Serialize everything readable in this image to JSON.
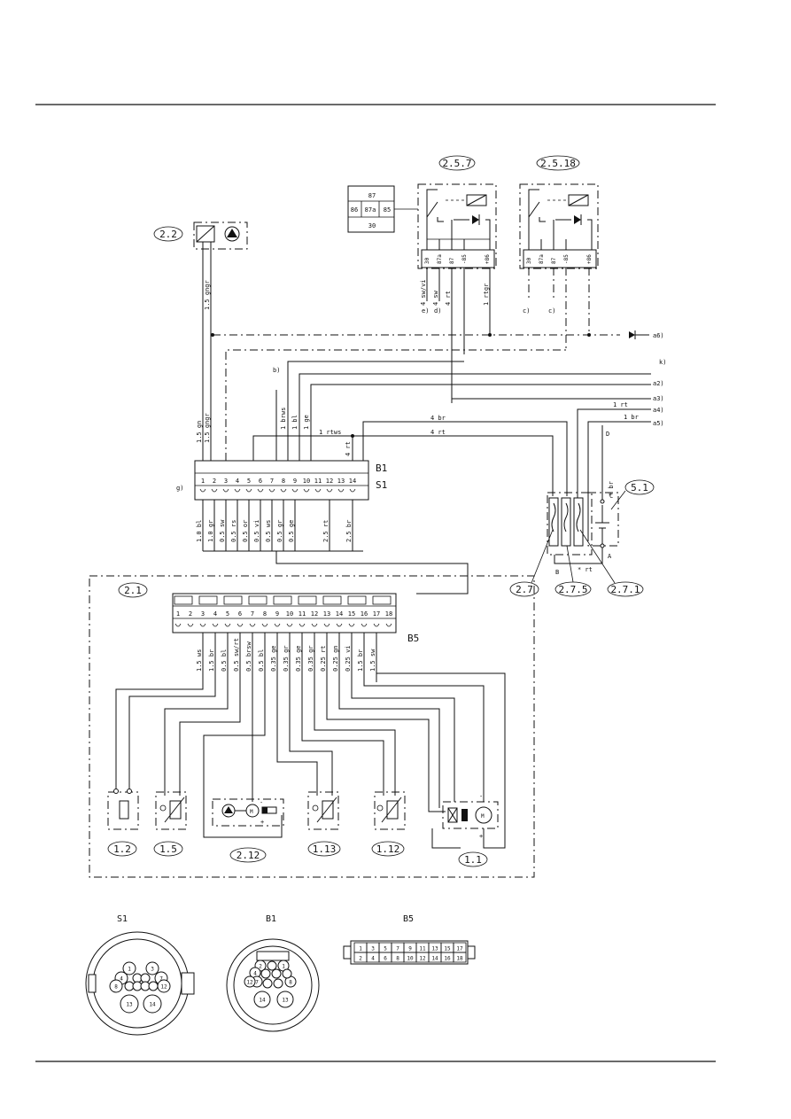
{
  "component_ids": {
    "c22": "2.2",
    "c257": "2.5.7",
    "c2518": "2.5.18",
    "c51": "5.1",
    "c21": "2.1",
    "c27": "2.7",
    "c275": "2.7.5",
    "c271": "2.7.1",
    "c12": "1.2",
    "c15": "1.5",
    "c212": "2.12",
    "c113": "1.13",
    "c112": "1.12",
    "c11": "1.1"
  },
  "connector_names": {
    "b1": "B1",
    "s1": "S1",
    "b5": "B5"
  },
  "relay_legend": {
    "top": "87",
    "left": "86",
    "mid": "87a",
    "right": "85",
    "bottom": "30"
  },
  "relay_pins": [
    "30",
    "87a",
    "87",
    "-85",
    "+86"
  ],
  "relay_257_wires": [
    "4 sw/vi",
    "4 sw",
    "4 rt",
    "1 rtgr"
  ],
  "relay_257_notes": [
    "e)",
    "d)"
  ],
  "relay_2518_notes": [
    "c)",
    "c)"
  ],
  "wire_22": [
    "1.5 gngr"
  ],
  "wires_12": [
    "1.5 gn",
    "1.5 gngr"
  ],
  "wire_labels": {
    "b": "b)",
    "k": "k)",
    "g": "g)",
    "brws": "1 brws",
    "bl": "1 bl",
    "ge": "1 ge",
    "rtws": "1 rtws",
    "rt4": "4 rt",
    "br4": "4 br",
    "rt4b": "4 rt",
    "rt1": "1 rt",
    "br1": "1 br",
    "D": "D",
    "brv": "* br",
    "B": "B",
    "rtb": "* rt",
    "C": "C",
    "A": "A"
  },
  "right_refs": [
    "a6)",
    "a2)",
    "a3)",
    "a4)",
    "a5)"
  ],
  "b1_pins": [
    "1",
    "2",
    "3",
    "4",
    "5",
    "6",
    "7",
    "8",
    "9",
    "10",
    "11",
    "12",
    "13",
    "14"
  ],
  "s1_wires": [
    {
      "pin": 1,
      "label": "1.0 bl"
    },
    {
      "pin": 2,
      "label": "1.0 gr"
    },
    {
      "pin": 3,
      "label": "0.5 sw"
    },
    {
      "pin": 4,
      "label": "0.5 rs"
    },
    {
      "pin": 5,
      "label": "0.5 or"
    },
    {
      "pin": 6,
      "label": "0.5 vi"
    },
    {
      "pin": 7,
      "label": "0.5 ws"
    },
    {
      "pin": 8,
      "label": "0.5 gr"
    },
    {
      "pin": 9,
      "label": "0.5 ge"
    },
    {
      "pin": 12,
      "label": "2.5 rt"
    },
    {
      "pin": 14,
      "label": "2.5 br"
    }
  ],
  "b5_pins": [
    "1",
    "2",
    "3",
    "4",
    "5",
    "6",
    "7",
    "8",
    "9",
    "10",
    "11",
    "12",
    "13",
    "14",
    "15",
    "16",
    "17",
    "18"
  ],
  "b5_wires": [
    {
      "pin": 3,
      "label": "1.5 ws"
    },
    {
      "pin": 4,
      "label": "1.5 br"
    },
    {
      "pin": 5,
      "label": "0.5 bl"
    },
    {
      "pin": 6,
      "label": "0.5 sw/rt"
    },
    {
      "pin": 7,
      "label": "0.5 brsw"
    },
    {
      "pin": 8,
      "label": "0.5 bl"
    },
    {
      "pin": 9,
      "label": "0.35 ge"
    },
    {
      "pin": 10,
      "label": "0.35 gr"
    },
    {
      "pin": 11,
      "label": "0.35 ge"
    },
    {
      "pin": 12,
      "label": "0.35 gr"
    },
    {
      "pin": 13,
      "label": "0.25 rt"
    },
    {
      "pin": 14,
      "label": "0.25 gn"
    },
    {
      "pin": 15,
      "label": "0.25 vi"
    },
    {
      "pin": 16,
      "label": "1.5 br"
    },
    {
      "pin": 17,
      "label": "1.5 sw"
    }
  ],
  "motor_signs": {
    "minus": "-",
    "plus": "+"
  },
  "bottom_titles": {
    "s1": "S1",
    "b1": "B1",
    "b5": "B5"
  },
  "s1_face": [
    "1",
    "3",
    "4",
    "7",
    "8",
    "12",
    "13",
    "14"
  ],
  "b1_face": [
    "2",
    "1",
    "4",
    "7",
    "8",
    "12",
    "14",
    "13"
  ],
  "b5_face_top": [
    "1",
    "3",
    "5",
    "7",
    "9",
    "11",
    "13",
    "15",
    "17"
  ],
  "b5_face_bottom": [
    "2",
    "4",
    "6",
    "8",
    "10",
    "12",
    "14",
    "16",
    "18"
  ]
}
